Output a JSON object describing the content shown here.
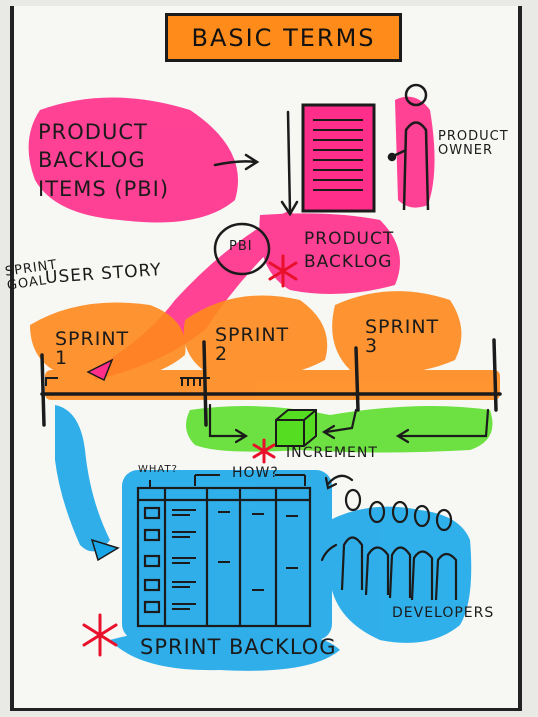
{
  "title": "BASIC TERMS",
  "labels": {
    "pbi": "PRODUCT\nBACKLOG\nITEMS (PBI)",
    "pbi_short": "PBI",
    "product_backlog": "PRODUCT\nBACKLOG",
    "product_owner": "PRODUCT\nOWNER",
    "sprint_goal": "SPRINT\nGOAL",
    "user_story": "USER STORY",
    "sprint_1": "SPRINT\n1",
    "sprint_2": "SPRINT\n2",
    "sprint_3": "SPRINT\n3",
    "increment": "INCREMENT",
    "what": "WHAT?",
    "how": "HOW?",
    "sprint_backlog": "SPRINT BACKLOG",
    "developers": "DEVELOPERS"
  },
  "colors": {
    "pink": "#ff2e8a",
    "orange": "#ff8a1c",
    "green": "#55dd22",
    "blue": "#1aa7ea",
    "red_star": "#e8102a",
    "title_bg": "#ff8c1a"
  },
  "icons": [
    "product-owner-figure-icon",
    "backlog-document-icon",
    "increment-cube-icon",
    "developer-figure-icon",
    "red-star-icon"
  ]
}
